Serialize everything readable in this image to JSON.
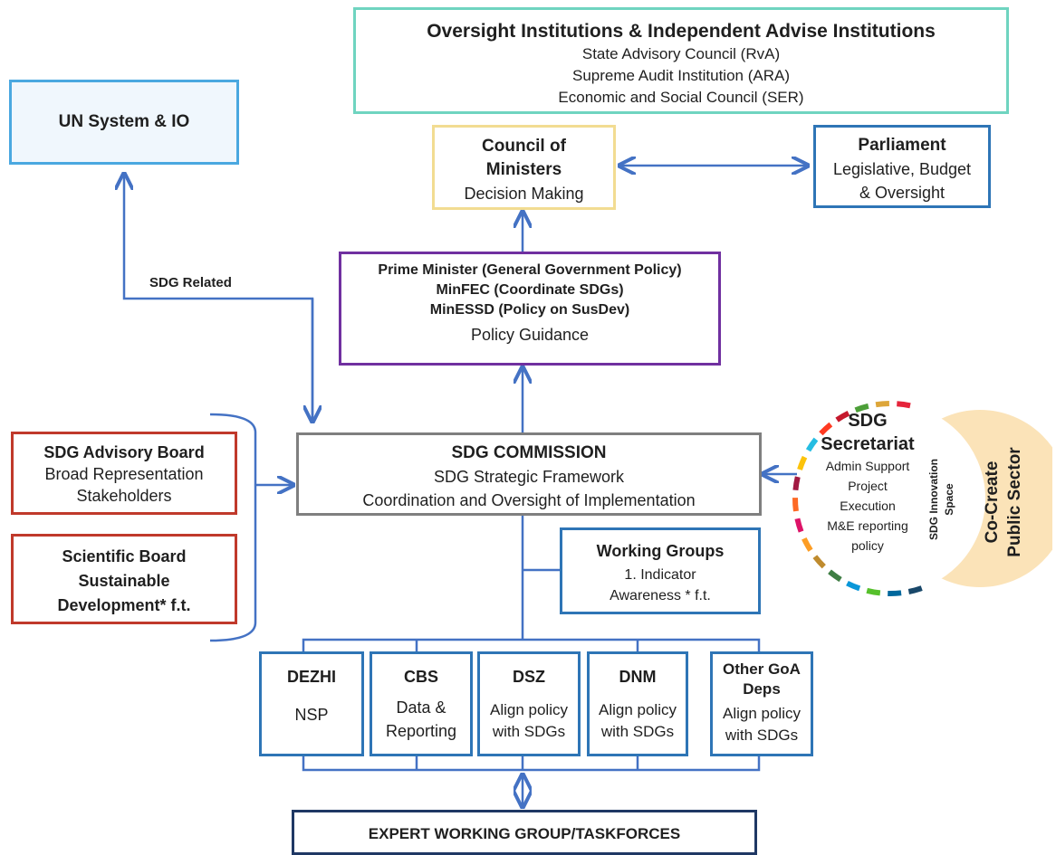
{
  "oversight": {
    "title": "Oversight Institutions & Independent Advise Institutions",
    "lines": [
      "State Advisory Council (RvA)",
      "Supreme Audit Institution (ARA)",
      "Economic and Social Council (SER)"
    ]
  },
  "un_system": {
    "title": "UN System & IO"
  },
  "council": {
    "title1": "Council of",
    "title2": "Ministers",
    "sub": "Decision Making"
  },
  "parliament": {
    "title": "Parliament",
    "sub1": "Legislative, Budget",
    "sub2": "& Oversight"
  },
  "sdg_related": "SDG Related",
  "pm": {
    "line1": "Prime Minister (General Government Policy)",
    "line2": "MinFEC (Coordinate SDGs)",
    "line3": "MinESSD (Policy on SusDev)",
    "sub": "Policy Guidance"
  },
  "advisory_board": {
    "title": "SDG Advisory Board",
    "sub1": "Broad Representation",
    "sub2": "Stakeholders"
  },
  "scientific_board": {
    "line1": "Scientific Board",
    "line2": "Sustainable",
    "line3": "Development* f.t."
  },
  "commission": {
    "title": "SDG COMMISSION",
    "sub1": "SDG Strategic Framework",
    "sub2": "Coordination and Oversight of Implementation"
  },
  "secretariat": {
    "title1": "SDG",
    "title2": "Secretariat",
    "lines": [
      "Admin Support",
      "Project",
      "Execution",
      "M&E reporting",
      "policy"
    ],
    "innovation1": "SDG Innovation",
    "innovation2": "Space",
    "cocreate1": "Co-Create",
    "cocreate2": "Public Sector"
  },
  "working_groups": {
    "title": "Working Groups",
    "item1": "1.   Indicator",
    "item2": "Awareness * f.t."
  },
  "departments": [
    {
      "title": "DEZHI",
      "sub1": "NSP",
      "sub2": ""
    },
    {
      "title": "CBS",
      "sub1": "Data &",
      "sub2": "Reporting"
    },
    {
      "title": "DSZ",
      "sub1": "Align policy",
      "sub2": "with SDGs"
    },
    {
      "title": "DNM",
      "sub1": "Align policy",
      "sub2": "with SDGs"
    },
    {
      "title": "Other GoA Deps",
      "sub1": "Align policy",
      "sub2": "with SDGs"
    }
  ],
  "expert": {
    "title": "EXPERT WORKING GROUP/TASKFORCES"
  },
  "colors": {
    "oversight_border": "#6fd4c0",
    "un_border": "#4aa8e0",
    "council_border": "#f2dc92",
    "parliament_border": "#2e75b6",
    "pm_border": "#7030a0",
    "red_border": "#c0392b",
    "commission_border": "#7f7f7f",
    "blue_border": "#2e75b6",
    "expert_border": "#1f3864",
    "connector": "#4472c4",
    "cocreate_fill": "#fbe3b8"
  }
}
